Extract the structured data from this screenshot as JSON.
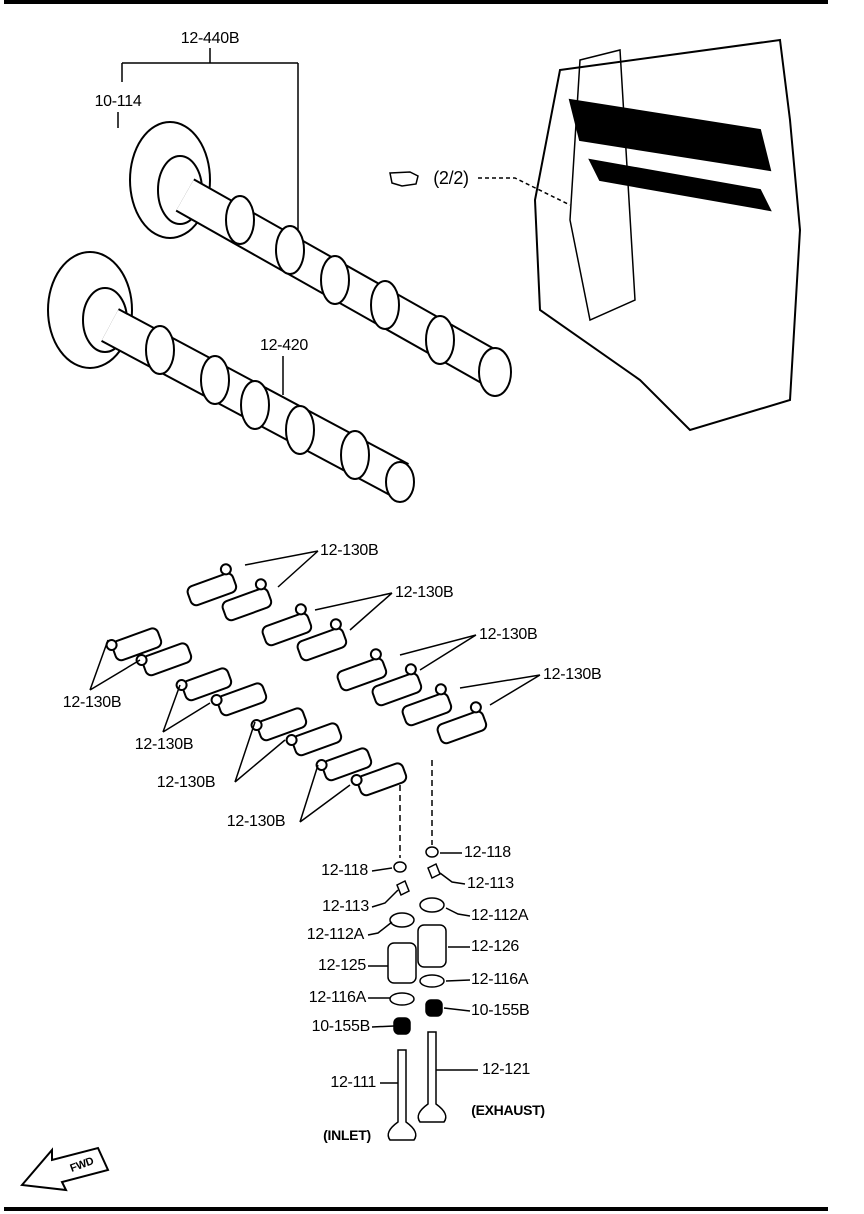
{
  "diagram": {
    "reference": "(2/2)",
    "direction_label": "FWD",
    "camshafts": {
      "exhaust_camshaft": "12-440B",
      "camshaft_pin": "10-114",
      "intake_camshaft": "12-420"
    },
    "rocker_arms": [
      "12-130B",
      "12-130B",
      "12-130B",
      "12-130B",
      "12-130B",
      "12-130B",
      "12-130B",
      "12-130B"
    ],
    "valve_parts": {
      "lash_adjuster_left": "12-118",
      "lash_adjuster_right": "12-118",
      "key_left": "12-113",
      "key_right": "12-113",
      "upper_seat_left": "12-112A",
      "upper_seat_right": "12-112A",
      "spring_exhaust": "12-126",
      "spring_inlet": "12-125",
      "lower_seat_left": "12-116A",
      "lower_seat_right": "12-116A",
      "seal_left": "10-155B",
      "seal_right": "10-155B",
      "inlet_valve": "12-111",
      "exhaust_valve": "12-121",
      "inlet_label": "(INLET)",
      "exhaust_label": "(EXHAUST)"
    }
  }
}
